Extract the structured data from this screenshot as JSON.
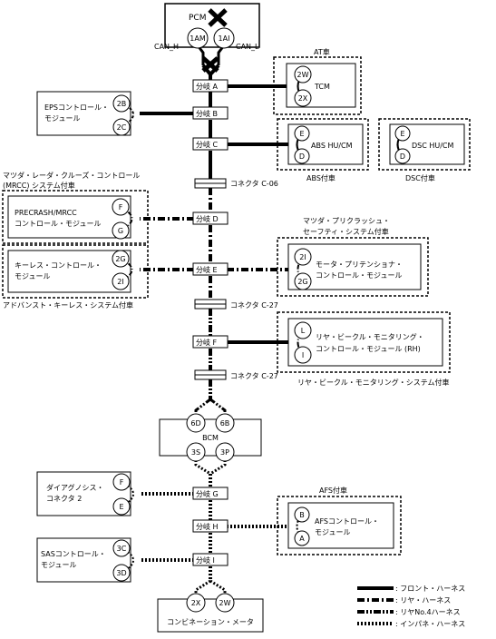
{
  "pcm": {
    "label": "PCM",
    "pin_h": "1AM",
    "pin_l": "1AI",
    "can_h": "CAN_H",
    "can_l": "CAN_L"
  },
  "splits": {
    "a": "分岐 A",
    "b": "分岐 B",
    "c": "分岐 C",
    "d": "分岐 D",
    "e": "分岐 E",
    "f": "分岐 F",
    "g": "分岐 G",
    "h": "分岐 H",
    "i": "分岐 I"
  },
  "connectors": {
    "c06": "コネクタ C-06",
    "c27a": "コネクタ C-27",
    "c27b": "コネクタ C-27"
  },
  "at": {
    "title": "AT車",
    "module": "TCM",
    "pin1": "2W",
    "pin2": "2X"
  },
  "eps": {
    "line1": "EPSコントロール・",
    "line2": "モジュール",
    "pin1": "2B",
    "pin2": "2C"
  },
  "abs": {
    "module": "ABS HU/CM",
    "pin1": "E",
    "pin2": "D",
    "note": "ABS付車"
  },
  "dsc": {
    "module": "DSC HU/CM",
    "pin1": "E",
    "pin2": "D",
    "note": "DSC付車"
  },
  "mrcc": {
    "note1": "マツダ・レーダ・クルーズ・コントロール",
    "note2": "(MRCC) システム付車",
    "line1": "PRECRASH/MRCC",
    "line2": "コントロール・モジュール",
    "pin1": "F",
    "pin2": "G"
  },
  "precrash": {
    "note1": "マツダ・プリクラッシュ・",
    "note2": "セーフティ・システム付車",
    "line1": "モータ・プリテンショナ・",
    "line2": "コントロール・モジュール",
    "pin1": "2I",
    "pin2": "2G"
  },
  "keyless": {
    "line1": "キーレス・コントロール・",
    "line2": "モジュール",
    "pin1": "2G",
    "pin2": "2I",
    "note": "アドバンスト・キーレス・システム付車"
  },
  "rvm": {
    "line1": "リヤ・ビークル・モニタリング・",
    "line2": "コントロール・モジュール (RH)",
    "pin1": "L",
    "pin2": "I",
    "note": "リヤ・ビークル・モニタリング・システム付車"
  },
  "bcm": {
    "label": "BCM",
    "pin1": "6D",
    "pin2": "6B",
    "pin3": "3S",
    "pin4": "3P"
  },
  "diag": {
    "line1": "ダイアグノシス・",
    "line2": "コネクタ 2",
    "pin1": "F",
    "pin2": "E"
  },
  "afs": {
    "title": "AFS付車",
    "line1": "AFSコントロール・",
    "line2": "モジュール",
    "pin1": "B",
    "pin2": "A"
  },
  "sas": {
    "line1": "SASコントロール・",
    "line2": "モジュール",
    "pin1": "3C",
    "pin2": "3D"
  },
  "meter": {
    "label": "コンビネーション・メータ",
    "pin1": "2X",
    "pin2": "2W"
  },
  "legend": {
    "front": ": フロント・ハーネス",
    "rear": ": リヤ・ハーネス",
    "rear4": ": リヤNo.4ハーネス",
    "inpane": ": インパネ・ハーネス"
  }
}
